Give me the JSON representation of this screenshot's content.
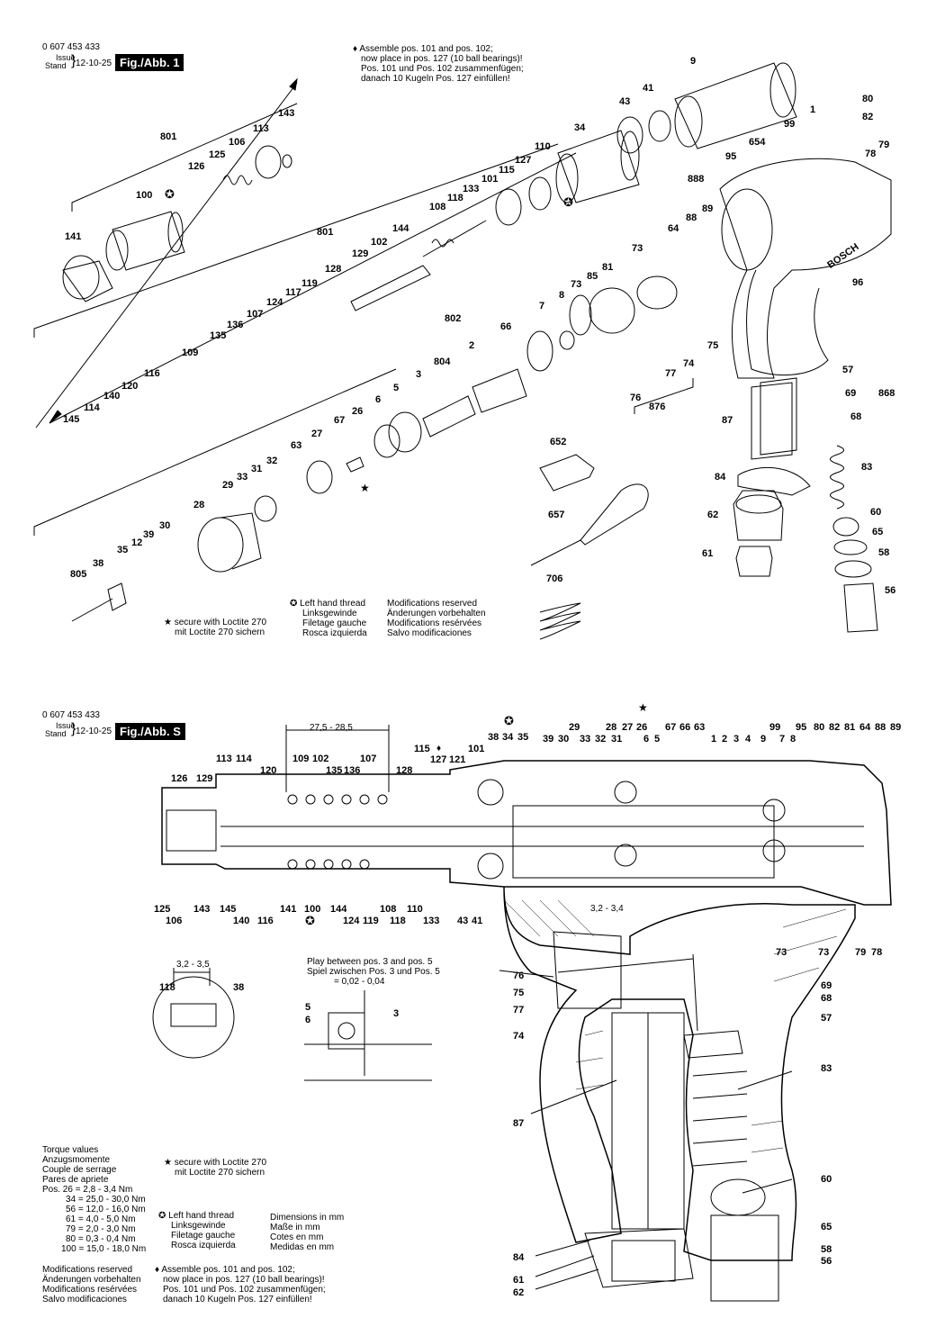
{
  "header_top": {
    "part_no": "0 607 453 433",
    "issue": "Issue",
    "stand": "Stand",
    "date": "12-10-25",
    "fig": "Fig./Abb. 1"
  },
  "header_bottom": {
    "part_no": "0 607 453 433",
    "issue": "Issue",
    "stand": "Stand",
    "date": "12-10-25",
    "fig": "Fig./Abb. S"
  },
  "assemble_note_top": [
    "Assemble pos. 101 and pos. 102;",
    "now place in pos. 127 (10 ball bearings)!",
    "Pos. 101 und Pos. 102 zusammenfügen;",
    "danach 10 Kugeln Pos. 127 einfüllen!"
  ],
  "loctite_note_top": [
    "secure with Loctite 270",
    "mit Loctite 270 sichern"
  ],
  "lefthand_note_top": [
    "Left hand thread",
    "Linksgewinde",
    "Filetage gauche",
    "Rosca izquierda"
  ],
  "modifications_top": [
    "Modifications reserved",
    "Änderungen vorbehalten",
    "Modifications resérvées",
    "Salvo modificaciones"
  ],
  "dim_top": "27,5 - 28,5",
  "dim_small": "3,2 - 3,4",
  "dim_detail": "3,2 - 3,5",
  "play_note": [
    "Play between pos. 3 and pos. 5",
    "Spiel zwischen Pos. 3 und Pos. 5",
    "= 0,02 - 0,04"
  ],
  "torque": {
    "heading": [
      "Torque values",
      "Anzugsmomente",
      "Couple de serrage",
      "Pares de apriete"
    ],
    "rows": [
      "Pos. 26 =   2,8 -   3,4 Nm",
      "34 = 25,0 - 30,0 Nm",
      "56 = 12,0 - 16,0 Nm",
      "61 =   4,0 -   5,0 Nm",
      "79 =   2,0 -   3,0 Nm",
      "80 =   0,3 -   0,4 Nm",
      "100 = 15,0 - 18,0 Nm"
    ]
  },
  "loctite_note_bottom": [
    "secure with Loctite 270",
    "mit Loctite 270 sichern"
  ],
  "lefthand_note_bottom": [
    "Left hand thread",
    "Linksgewinde",
    "Filetage gauche",
    "Rosca izquierda"
  ],
  "dimensions_note": [
    "Dimensions in mm",
    "Maße in mm",
    "Cotes en mm",
    "Medidas en mm"
  ],
  "modifications_bottom": [
    "Modifications reserved",
    "Änderungen vorbehalten",
    "Modifications resérvées",
    "Salvo modificaciones"
  ],
  "assemble_note_bottom": [
    "Assemble pos. 101 and pos. 102;",
    "now place in pos. 127 (10 ball bearings)!",
    "Pos. 101 und Pos. 102 zusammenfügen;",
    "danach 10 Kugeln Pos. 127 einfüllen!"
  ],
  "brand": "BOSCH",
  "labels_top": [
    "9",
    "41",
    "43",
    "80",
    "82",
    "34",
    "99",
    "1",
    "79",
    "78",
    "654",
    "95",
    "888",
    "88",
    "89",
    "64",
    "143",
    "801",
    "113",
    "106",
    "125",
    "126",
    "127",
    "110",
    "115",
    "101",
    "133",
    "118",
    "108",
    "100",
    "141",
    "144",
    "801",
    "129",
    "102",
    "128",
    "117",
    "119",
    "124",
    "107",
    "136",
    "135",
    "109",
    "116",
    "120",
    "140",
    "114",
    "145",
    "73",
    "85",
    "81",
    "73",
    "8",
    "7",
    "802",
    "66",
    "2",
    "804",
    "3",
    "5",
    "6",
    "75",
    "77",
    "74",
    "76",
    "876",
    "96",
    "57",
    "69",
    "868",
    "68",
    "87",
    "83",
    "84",
    "62",
    "60",
    "65",
    "58",
    "56",
    "61",
    "652",
    "657",
    "706",
    "26",
    "67",
    "27",
    "63",
    "28",
    "33",
    "31",
    "32",
    "29",
    "30",
    "39",
    "12",
    "35",
    "38",
    "805"
  ],
  "labels_bottom": [
    "38",
    "34",
    "35",
    "29",
    "28",
    "27",
    "26",
    "67",
    "66",
    "63",
    "99",
    "95",
    "80",
    "82",
    "81",
    "64",
    "88",
    "89",
    "115",
    "127",
    "121",
    "101",
    "39",
    "30",
    "33",
    "32",
    "31",
    "6",
    "5",
    "1",
    "2",
    "3",
    "4",
    "9",
    "7",
    "8",
    "113",
    "114",
    "109",
    "102",
    "107",
    "126",
    "129",
    "120",
    "135",
    "136",
    "128",
    "125",
    "106",
    "143",
    "145",
    "140",
    "116",
    "141",
    "100",
    "144",
    "124",
    "119",
    "108",
    "118",
    "110",
    "133",
    "43",
    "41",
    "73",
    "73",
    "79",
    "78",
    "118",
    "38",
    "5",
    "6",
    "3",
    "76",
    "75",
    "77",
    "74",
    "69",
    "68",
    "57",
    "83",
    "87",
    "60",
    "65",
    "58",
    "56",
    "84",
    "61",
    "62"
  ]
}
